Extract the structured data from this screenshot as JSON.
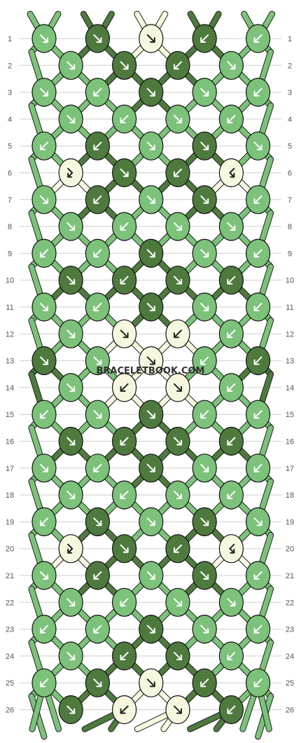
{
  "colors": {
    "A": "#4e7a3e",
    "B": "#7cc27a",
    "C": "#f5f8df",
    "outline": "#111111",
    "gridline": "#cfcfcf",
    "background": "#ffffff"
  },
  "watermark": "BRACELETBOOK.COM",
  "strands_top": [
    "B",
    "B",
    "A",
    "A",
    "C",
    "C",
    "A",
    "A",
    "B",
    "B"
  ],
  "strands_bottom": [
    "B",
    "B",
    "A",
    "A",
    "C",
    "C",
    "A",
    "A",
    "B",
    "B"
  ],
  "row_labels": [
    "1",
    "2",
    "3",
    "4",
    "5",
    "6",
    "7",
    "8",
    "9",
    "10",
    "11",
    "12",
    "13",
    "14",
    "15",
    "16",
    "17",
    "18",
    "19",
    "20",
    "21",
    "22",
    "23",
    "24",
    "25",
    "26"
  ],
  "knots": [
    [
      [
        "B",
        "r"
      ],
      [
        "A",
        "r"
      ],
      [
        "C",
        "r"
      ],
      [
        "A",
        "l"
      ],
      [
        "B",
        "l"
      ]
    ],
    [
      [
        "B",
        "r"
      ],
      [
        "A",
        "r"
      ],
      [
        "A",
        "l"
      ],
      [
        "B",
        "r"
      ]
    ],
    [
      [
        "B",
        "r"
      ],
      [
        "B",
        "l"
      ],
      [
        "A",
        "r"
      ],
      [
        "B",
        "r"
      ],
      [
        "B",
        "l"
      ]
    ],
    [
      [
        "B",
        "r"
      ],
      [
        "B",
        "l"
      ],
      [
        "B",
        "r"
      ],
      [
        "B",
        "l"
      ]
    ],
    [
      [
        "B",
        "l"
      ],
      [
        "A",
        "l"
      ],
      [
        "B",
        "r"
      ],
      [
        "A",
        "r"
      ],
      [
        "B",
        "r"
      ]
    ],
    [
      [
        "C",
        "rl"
      ],
      [
        "A",
        "r"
      ],
      [
        "A",
        "l"
      ],
      [
        "C",
        "lr"
      ]
    ],
    [
      [
        "B",
        "r"
      ],
      [
        "A",
        "l"
      ],
      [
        "B",
        "r"
      ],
      [
        "A",
        "r"
      ],
      [
        "B",
        "l"
      ]
    ],
    [
      [
        "B",
        "r"
      ],
      [
        "B",
        "l"
      ],
      [
        "B",
        "r"
      ],
      [
        "B",
        "r"
      ]
    ],
    [
      [
        "B",
        "l"
      ],
      [
        "B",
        "l"
      ],
      [
        "A",
        "r"
      ],
      [
        "B",
        "r"
      ],
      [
        "B",
        "l"
      ]
    ],
    [
      [
        "A",
        "r"
      ],
      [
        "A",
        "l"
      ],
      [
        "A",
        "r"
      ],
      [
        "A",
        "l"
      ]
    ],
    [
      [
        "B",
        "r"
      ],
      [
        "B",
        "l"
      ],
      [
        "A",
        "r"
      ],
      [
        "B",
        "r"
      ],
      [
        "B",
        "l"
      ]
    ],
    [
      [
        "B",
        "r"
      ],
      [
        "C",
        "r"
      ],
      [
        "C",
        "l"
      ],
      [
        "B",
        "l"
      ]
    ],
    [
      [
        "A",
        "r"
      ],
      [
        "B",
        "r"
      ],
      [
        "C",
        "r"
      ],
      [
        "B",
        "l"
      ],
      [
        "A",
        "l"
      ]
    ],
    [
      [
        "B",
        "r"
      ],
      [
        "C",
        "l"
      ],
      [
        "C",
        "r"
      ],
      [
        "B",
        "l"
      ]
    ],
    [
      [
        "B",
        "l"
      ],
      [
        "B",
        "r"
      ],
      [
        "A",
        "r"
      ],
      [
        "B",
        "l"
      ],
      [
        "B",
        "l"
      ]
    ],
    [
      [
        "A",
        "r"
      ],
      [
        "A",
        "l"
      ],
      [
        "A",
        "r"
      ],
      [
        "A",
        "l"
      ]
    ],
    [
      [
        "B",
        "r"
      ],
      [
        "B",
        "l"
      ],
      [
        "A",
        "r"
      ],
      [
        "B",
        "r"
      ],
      [
        "B",
        "l"
      ]
    ],
    [
      [
        "B",
        "r"
      ],
      [
        "B",
        "l"
      ],
      [
        "B",
        "r"
      ],
      [
        "B",
        "l"
      ]
    ],
    [
      [
        "B",
        "l"
      ],
      [
        "A",
        "r"
      ],
      [
        "B",
        "r"
      ],
      [
        "A",
        "r"
      ],
      [
        "B",
        "r"
      ]
    ],
    [
      [
        "C",
        "rl"
      ],
      [
        "A",
        "r"
      ],
      [
        "A",
        "l"
      ],
      [
        "C",
        "lr"
      ]
    ],
    [
      [
        "B",
        "r"
      ],
      [
        "A",
        "l"
      ],
      [
        "B",
        "r"
      ],
      [
        "A",
        "r"
      ],
      [
        "B",
        "l"
      ]
    ],
    [
      [
        "B",
        "r"
      ],
      [
        "B",
        "l"
      ],
      [
        "B",
        "r"
      ],
      [
        "B",
        "r"
      ]
    ],
    [
      [
        "B",
        "l"
      ],
      [
        "B",
        "l"
      ],
      [
        "A",
        "r"
      ],
      [
        "B",
        "r"
      ],
      [
        "B",
        "l"
      ]
    ],
    [
      [
        "B",
        "r"
      ],
      [
        "A",
        "l"
      ],
      [
        "A",
        "r"
      ],
      [
        "B",
        "l"
      ]
    ],
    [
      [
        "B",
        "l"
      ],
      [
        "A",
        "r"
      ],
      [
        "C",
        "r"
      ],
      [
        "A",
        "l"
      ],
      [
        "B",
        "l"
      ]
    ],
    [
      [
        "A",
        "r"
      ],
      [
        "C",
        "l"
      ],
      [
        "C",
        "r"
      ],
      [
        "A",
        "l"
      ]
    ]
  ]
}
